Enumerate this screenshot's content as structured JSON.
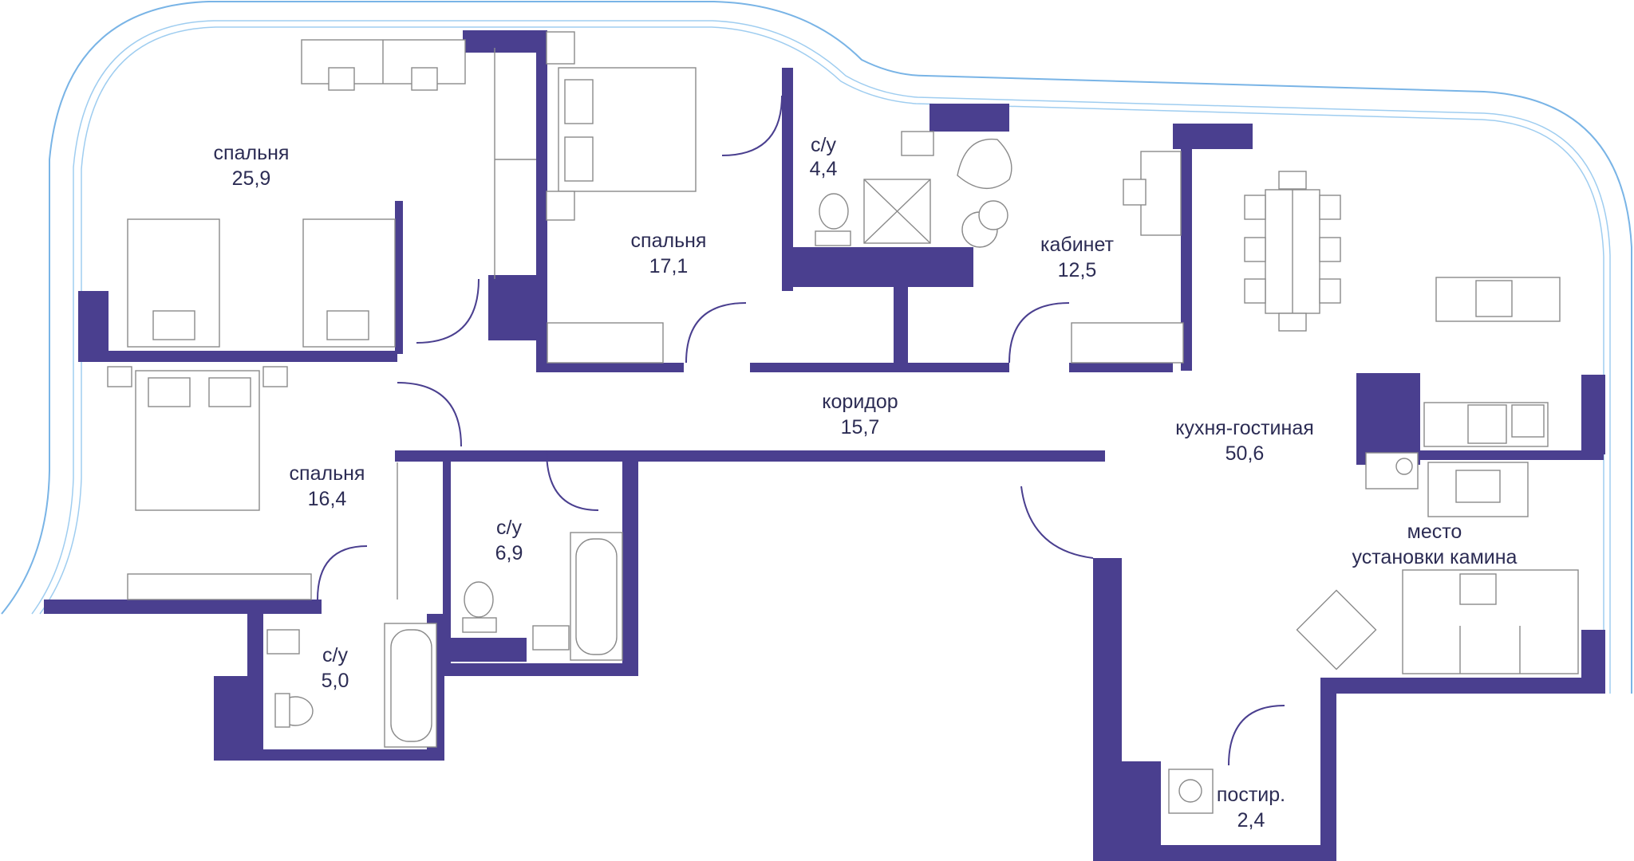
{
  "colors": {
    "walls": "#4a3f8f",
    "glazing": "#79b4e6",
    "furniture": "#8a8a8a",
    "text": "#2c2c54"
  },
  "rooms": [
    {
      "id": "bedroom-1",
      "name": "спальня",
      "area": "25,9"
    },
    {
      "id": "bedroom-2",
      "name": "спальня",
      "area": "17,1"
    },
    {
      "id": "bathroom-1",
      "name": "с/у",
      "area": "4,4"
    },
    {
      "id": "study",
      "name": "кабинет",
      "area": "12,5"
    },
    {
      "id": "corridor",
      "name": "коридор",
      "area": "15,7"
    },
    {
      "id": "kitchen-living",
      "name": "кухня-гостиная",
      "area": "50,6"
    },
    {
      "id": "bedroom-3",
      "name": "спальня",
      "area": "16,4"
    },
    {
      "id": "bathroom-2",
      "name": "с/у",
      "area": "6,9"
    },
    {
      "id": "bathroom-3",
      "name": "с/у",
      "area": "5,0"
    },
    {
      "id": "laundry",
      "name": "постир.",
      "area": "2,4"
    }
  ],
  "fireplace_note": {
    "line1": "место",
    "line2": "установки камина"
  }
}
